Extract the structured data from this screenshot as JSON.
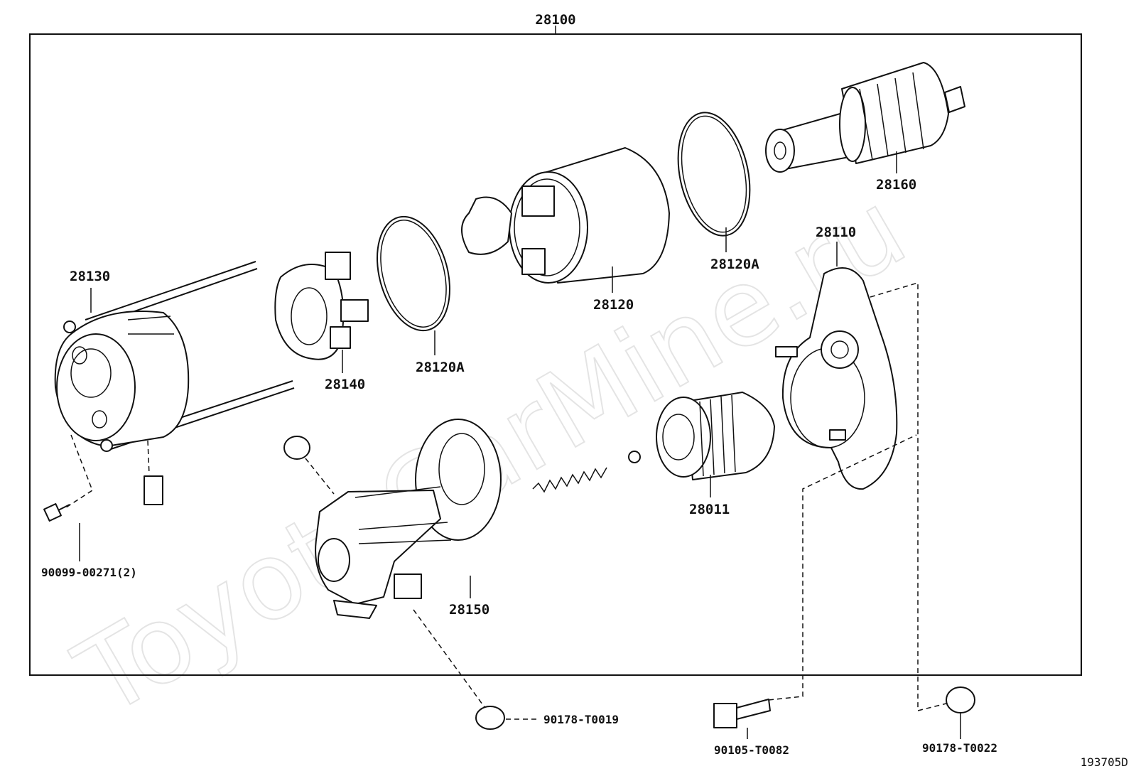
{
  "watermark": "ToyotaCarMine.ru",
  "assembly": {
    "number": "28100"
  },
  "parts": [
    {
      "id": "28130",
      "label": "28130"
    },
    {
      "id": "28140",
      "label": "28140"
    },
    {
      "id": "28120A-left",
      "label": "28120A"
    },
    {
      "id": "28120",
      "label": "28120"
    },
    {
      "id": "28120A-right",
      "label": "28120A"
    },
    {
      "id": "28160",
      "label": "28160"
    },
    {
      "id": "28110",
      "label": "28110"
    },
    {
      "id": "28011",
      "label": "28011"
    },
    {
      "id": "28150",
      "label": "28150"
    },
    {
      "id": "90099-00271",
      "label": "90099-00271(2)"
    },
    {
      "id": "90178-T0019",
      "label": "90178-T0019"
    },
    {
      "id": "90105-T0082",
      "label": "90105-T0082"
    },
    {
      "id": "90178-T0022",
      "label": "90178-T0022"
    }
  ],
  "diagram_code": "193705D"
}
